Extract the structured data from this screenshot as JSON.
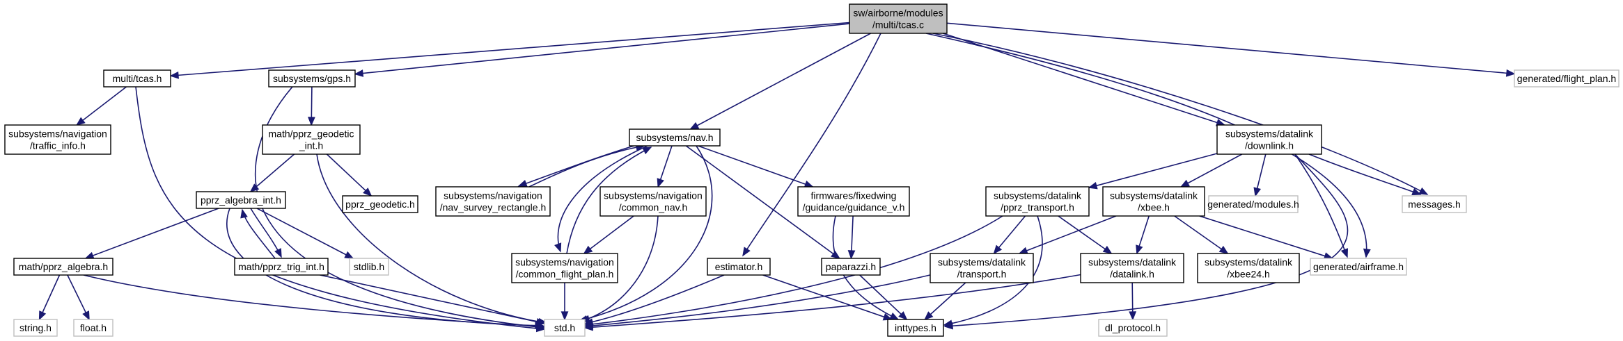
{
  "colors": {
    "edge": "#191970",
    "node_border": "#000000",
    "external_border": "#bfbfbf",
    "root_fill": "#bfbfbf",
    "node_fill": "#ffffff"
  },
  "nodes": [
    {
      "id": "root",
      "lines": [
        "sw/airborne/modules",
        "/multi/tcas.c"
      ],
      "kind": "root"
    },
    {
      "id": "tcas_h",
      "lines": [
        "multi/tcas.h"
      ],
      "kind": "normal"
    },
    {
      "id": "gps_h",
      "lines": [
        "subsystems/gps.h"
      ],
      "kind": "normal"
    },
    {
      "id": "flight_plan_h",
      "lines": [
        "generated/flight_plan.h"
      ],
      "kind": "external"
    },
    {
      "id": "traffic_info_h",
      "lines": [
        "subsystems/navigation",
        "/traffic_info.h"
      ],
      "kind": "normal"
    },
    {
      "id": "pprz_geodetic_int_h",
      "lines": [
        "math/pprz_geodetic",
        "_int.h"
      ],
      "kind": "normal"
    },
    {
      "id": "nav_h",
      "lines": [
        "subsystems/nav.h"
      ],
      "kind": "normal"
    },
    {
      "id": "downlink_h",
      "lines": [
        "subsystems/datalink",
        "/downlink.h"
      ],
      "kind": "normal"
    },
    {
      "id": "pprz_algebra_int_h",
      "lines": [
        "pprz_algebra_int.h"
      ],
      "kind": "normal"
    },
    {
      "id": "pprz_geodetic_h",
      "lines": [
        "pprz_geodetic.h"
      ],
      "kind": "normal"
    },
    {
      "id": "nav_survey_rectangle_h",
      "lines": [
        "subsystems/navigation",
        "/nav_survey_rectangle.h"
      ],
      "kind": "normal"
    },
    {
      "id": "common_nav_h",
      "lines": [
        "subsystems/navigation",
        "/common_nav.h"
      ],
      "kind": "normal"
    },
    {
      "id": "guidance_v_h",
      "lines": [
        "firmwares/fixedwing",
        "/guidance/guidance_v.h"
      ],
      "kind": "normal"
    },
    {
      "id": "pprz_transport_h",
      "lines": [
        "subsystems/datalink",
        "/pprz_transport.h"
      ],
      "kind": "normal"
    },
    {
      "id": "xbee_h",
      "lines": [
        "subsystems/datalink",
        "/xbee.h"
      ],
      "kind": "normal"
    },
    {
      "id": "modules_h",
      "lines": [
        "generated/modules.h"
      ],
      "kind": "external"
    },
    {
      "id": "messages_h",
      "lines": [
        "messages.h"
      ],
      "kind": "external"
    },
    {
      "id": "pprz_algebra_h",
      "lines": [
        "math/pprz_algebra.h"
      ],
      "kind": "normal"
    },
    {
      "id": "pprz_trig_int_h",
      "lines": [
        "math/pprz_trig_int.h"
      ],
      "kind": "normal"
    },
    {
      "id": "stdlib_h",
      "lines": [
        "stdlib.h"
      ],
      "kind": "external"
    },
    {
      "id": "common_flight_plan_h",
      "lines": [
        "subsystems/navigation",
        "/common_flight_plan.h"
      ],
      "kind": "normal"
    },
    {
      "id": "estimator_h",
      "lines": [
        "estimator.h"
      ],
      "kind": "normal"
    },
    {
      "id": "paparazzi_h",
      "lines": [
        "paparazzi.h"
      ],
      "kind": "normal"
    },
    {
      "id": "transport_h",
      "lines": [
        "subsystems/datalink",
        "/transport.h"
      ],
      "kind": "normal"
    },
    {
      "id": "datalink_h",
      "lines": [
        "subsystems/datalink",
        "/datalink.h"
      ],
      "kind": "normal"
    },
    {
      "id": "xbee24_h",
      "lines": [
        "subsystems/datalink",
        "/xbee24.h"
      ],
      "kind": "normal"
    },
    {
      "id": "airframe_h",
      "lines": [
        "generated/airframe.h"
      ],
      "kind": "external"
    },
    {
      "id": "string_h",
      "lines": [
        "string.h"
      ],
      "kind": "external"
    },
    {
      "id": "float_h",
      "lines": [
        "float.h"
      ],
      "kind": "external"
    },
    {
      "id": "std_h",
      "lines": [
        "std.h"
      ],
      "kind": "external"
    },
    {
      "id": "inttypes_h",
      "lines": [
        "inttypes.h"
      ],
      "kind": "normal"
    },
    {
      "id": "dl_protocol_h",
      "lines": [
        "dl_protocol.h"
      ],
      "kind": "external"
    }
  ],
  "edges": [
    [
      "root",
      "tcas_h"
    ],
    [
      "root",
      "gps_h"
    ],
    [
      "root",
      "flight_plan_h"
    ],
    [
      "root",
      "nav_h"
    ],
    [
      "root",
      "downlink_h"
    ],
    [
      "root",
      "estimator_h"
    ],
    [
      "root",
      "messages_h"
    ],
    [
      "root",
      "airframe_h"
    ],
    [
      "tcas_h",
      "traffic_info_h"
    ],
    [
      "tcas_h",
      "std_h"
    ],
    [
      "gps_h",
      "pprz_geodetic_int_h"
    ],
    [
      "gps_h",
      "std_h"
    ],
    [
      "pprz_geodetic_int_h",
      "pprz_algebra_int_h"
    ],
    [
      "pprz_geodetic_int_h",
      "pprz_geodetic_h"
    ],
    [
      "pprz_geodetic_int_h",
      "std_h"
    ],
    [
      "pprz_algebra_int_h",
      "pprz_algebra_h"
    ],
    [
      "pprz_algebra_int_h",
      "pprz_trig_int_h"
    ],
    [
      "pprz_algebra_int_h",
      "stdlib_h"
    ],
    [
      "pprz_algebra_int_h",
      "std_h"
    ],
    [
      "pprz_trig_int_h",
      "pprz_algebra_int_h"
    ],
    [
      "pprz_trig_int_h",
      "std_h"
    ],
    [
      "pprz_algebra_h",
      "string_h"
    ],
    [
      "pprz_algebra_h",
      "float_h"
    ],
    [
      "pprz_algebra_h",
      "std_h"
    ],
    [
      "nav_h",
      "nav_survey_rectangle_h"
    ],
    [
      "nav_h",
      "common_nav_h"
    ],
    [
      "nav_h",
      "guidance_v_h"
    ],
    [
      "nav_h",
      "common_flight_plan_h"
    ],
    [
      "nav_h",
      "paparazzi_h"
    ],
    [
      "nav_h",
      "std_h"
    ],
    [
      "nav_survey_rectangle_h",
      "nav_h"
    ],
    [
      "common_nav_h",
      "common_flight_plan_h"
    ],
    [
      "common_nav_h",
      "std_h"
    ],
    [
      "common_flight_plan_h",
      "nav_h"
    ],
    [
      "common_flight_plan_h",
      "std_h"
    ],
    [
      "guidance_v_h",
      "paparazzi_h"
    ],
    [
      "guidance_v_h",
      "inttypes_h"
    ],
    [
      "estimator_h",
      "std_h"
    ],
    [
      "estimator_h",
      "inttypes_h"
    ],
    [
      "paparazzi_h",
      "inttypes_h"
    ],
    [
      "downlink_h",
      "pprz_transport_h"
    ],
    [
      "downlink_h",
      "xbee_h"
    ],
    [
      "downlink_h",
      "modules_h"
    ],
    [
      "downlink_h",
      "messages_h"
    ],
    [
      "downlink_h",
      "airframe_h"
    ],
    [
      "downlink_h",
      "inttypes_h"
    ],
    [
      "pprz_transport_h",
      "transport_h"
    ],
    [
      "pprz_transport_h",
      "datalink_h"
    ],
    [
      "pprz_transport_h",
      "std_h"
    ],
    [
      "pprz_transport_h",
      "inttypes_h"
    ],
    [
      "xbee_h",
      "transport_h"
    ],
    [
      "xbee_h",
      "datalink_h"
    ],
    [
      "xbee_h",
      "xbee24_h"
    ],
    [
      "xbee_h",
      "airframe_h"
    ],
    [
      "transport_h",
      "std_h"
    ],
    [
      "transport_h",
      "inttypes_h"
    ],
    [
      "datalink_h",
      "std_h"
    ],
    [
      "datalink_h",
      "dl_protocol_h"
    ]
  ]
}
